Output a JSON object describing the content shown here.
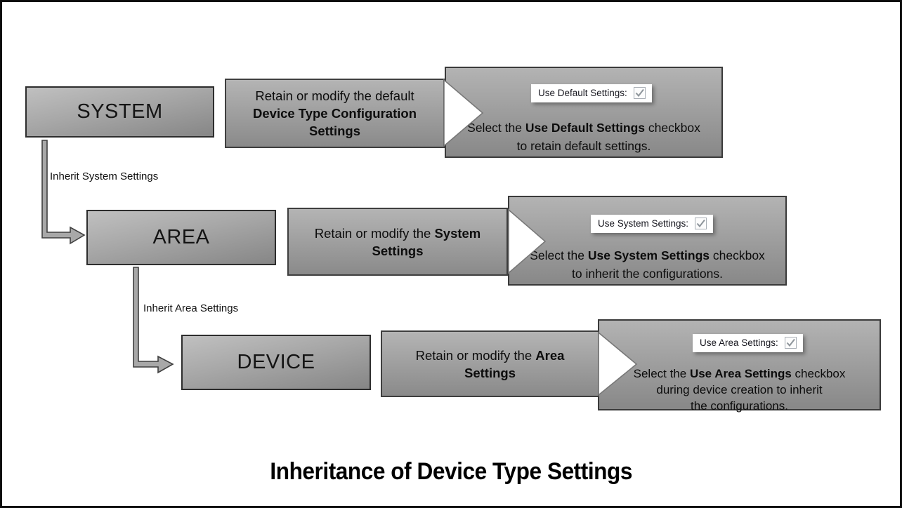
{
  "title": "Inheritance of Device Type Settings",
  "connectors": [
    {
      "label": "Inherit System Settings"
    },
    {
      "label": "Inherit Area Settings"
    }
  ],
  "rows": [
    {
      "level": "SYSTEM",
      "action": {
        "normal": "Retain or modify the default ",
        "bold": "Device Type Configuration Settings"
      },
      "checkbox": {
        "label": "Use Default Settings:",
        "checked": true
      },
      "note_lines": [
        {
          "pre": "Select the ",
          "bold": "Use Default Settings",
          "post": " checkbox"
        },
        {
          "pre": "to retain default settings.",
          "bold": "",
          "post": ""
        }
      ]
    },
    {
      "level": "AREA",
      "action": {
        "normal": "Retain or modify the ",
        "bold": "System Settings"
      },
      "checkbox": {
        "label": "Use System Settings:",
        "checked": true
      },
      "note_lines": [
        {
          "pre": "Select the ",
          "bold": "Use System Settings",
          "post": " checkbox"
        },
        {
          "pre": "to inherit the configurations.",
          "bold": "",
          "post": ""
        }
      ]
    },
    {
      "level": "DEVICE",
      "action": {
        "normal": "Retain or modify the ",
        "bold": "Area Settings"
      },
      "checkbox": {
        "label": "Use Area Settings:",
        "checked": true
      },
      "note_lines": [
        {
          "pre": "Select the ",
          "bold": "Use Area Settings",
          "post": " checkbox"
        },
        {
          "pre": "during device creation to inherit",
          "bold": "",
          "post": ""
        },
        {
          "pre": "the configurations.",
          "bold": "",
          "post": ""
        }
      ]
    }
  ],
  "colors": {
    "box_gradient_top": "#b4b4b4",
    "box_gradient_bottom": "#8a8a8a",
    "box_border": "#3a3a3a",
    "frame_border": "#0c0c0c",
    "connector_fill": "#a8a8a8",
    "checkbox_check": "#8e959b"
  }
}
